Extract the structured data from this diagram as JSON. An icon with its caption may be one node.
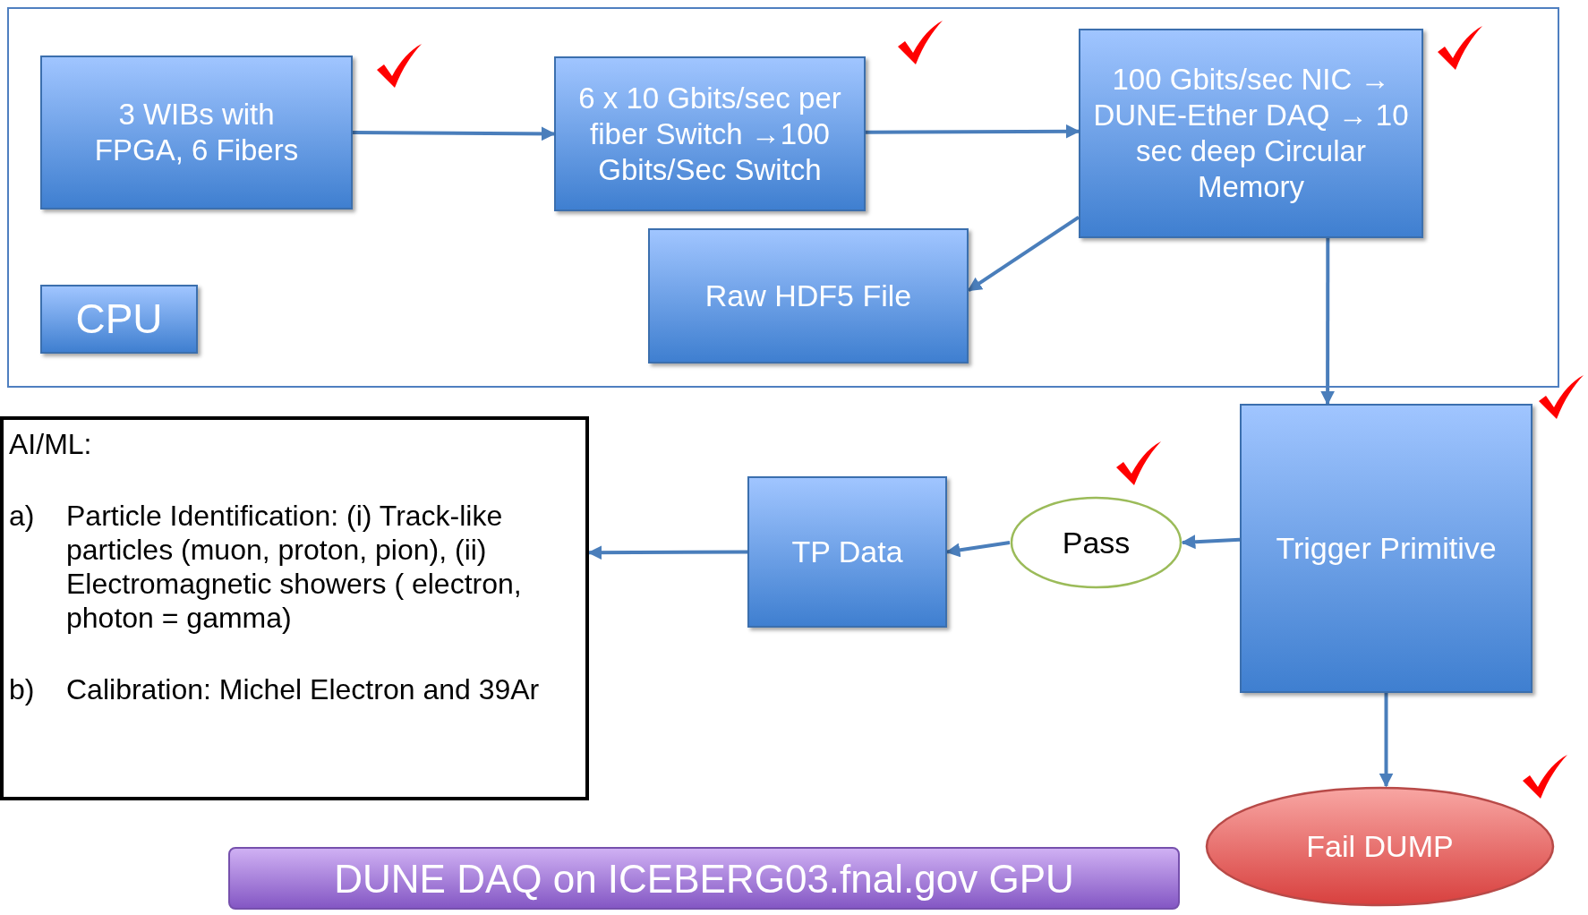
{
  "diagram": {
    "nodes": [
      {
        "text": [],
        "shape": "box"
      },
      {
        "text": [
          "3 WIBs with FPGA, 6 Fibers"
        ],
        "in": 0
      },
      {
        "text": [
          "6 x 10 Gbits/sec per fiber Switch →100 Gbits/Sec Switch"
        ],
        "in": 0
      },
      {
        "text": [
          "100 Gbits/sec NIC → DUNE-Ether DAQ → 10 sec deep Circular Memory"
        ],
        "in": 0
      },
      {
        "text": [
          "CPU"
        ],
        "in": 0
      },
      {
        "text": [
          "Raw HDF5 File"
        ],
        "in": 0
      },
      {
        "text": [
          "AI/ML:",
          "a)",
          "Particle Identification: (i) Track-like particles (muon, proton, pion), (ii) Electromagnetic showers ( electron, photon = gamma)",
          "b)",
          "Calibration: Michel Electron and 39Ar"
        ]
      },
      {
        "text": [
          "TP Data"
        ]
      },
      {
        "text": [
          "Pass"
        ]
      },
      {
        "text": [
          "Trigger Primitive"
        ]
      },
      {
        "text": [
          "Fail DUMP"
        ]
      },
      {
        "text": [
          "DUNE DAQ on ICEBERG03.fnal.gov GPU"
        ]
      }
    ],
    "edges": [
      {
        "from": 1,
        "to": 2,
        "arrow": "to"
      },
      {
        "from": 2,
        "to": 3,
        "arrow": "to"
      },
      {
        "from": 3,
        "to": 5,
        "arrow": "to"
      },
      {
        "from": 3,
        "to": 9,
        "arrow": "to"
      },
      {
        "from": 9,
        "to": 8,
        "arrow": "to"
      },
      {
        "from": 8,
        "to": 7,
        "arrow": "to"
      },
      {
        "from": 7,
        "to": 6,
        "arrow": "to"
      },
      {
        "from": 9,
        "to": 10,
        "arrow": "to"
      }
    ]
  }
}
